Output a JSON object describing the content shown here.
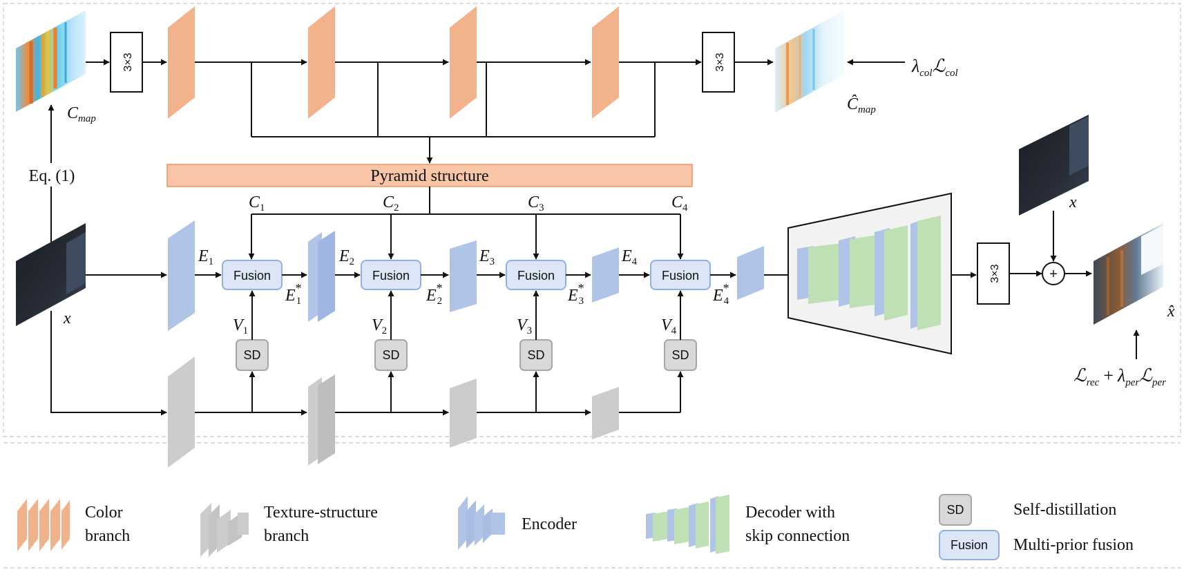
{
  "colors": {
    "color_branch": "#F2B28C",
    "pyramid_fill": "#F8C6A6",
    "pyramid_stroke": "#E8965E",
    "encoder": "#B0C4E8",
    "texture": "#CCCCCC",
    "decoder_green": "#BFE0B4",
    "fusion_fill": "#DCE6F7",
    "fusion_stroke": "#8FB0E0",
    "sd_fill": "#D9D9D9",
    "sd_stroke": "#A6A6A6",
    "dashed": "#C8C8C8"
  },
  "labels": {
    "conv_top_left": "3×3",
    "conv_top_right": "3×3",
    "conv_bottom": "3×3",
    "cmap": "C",
    "cmap_sub": "map",
    "cmap_hat": "Ĉ",
    "cmap_hat_sub": "map",
    "loss_col_lambda": "λ",
    "loss_col_sub1": "col",
    "loss_col_L": "ℒ",
    "loss_col_sub2": "col",
    "eq": "Eq. (1)",
    "pyramid": "Pyramid structure",
    "x_input": "x",
    "x_right": "x",
    "x_hat": "x̂",
    "plus": "+",
    "loss_rec_L": "ℒ",
    "loss_rec_sub": "rec",
    "loss_plus": "+",
    "loss_per_lambda": "λ",
    "loss_per_sub1": "per",
    "loss_per_L": "ℒ",
    "loss_per_sub2": "per",
    "fusion": "Fusion",
    "sd": "SD",
    "C": "C",
    "E": "E",
    "V": "V",
    "star": "*",
    "subs": [
      "1",
      "2",
      "3",
      "4"
    ]
  },
  "legend": {
    "color_line1": "Color",
    "color_line2": "branch",
    "texture_line1": "Texture-structure",
    "texture_line2": "branch",
    "encoder": "Encoder",
    "decoder_line1": "Decoder with",
    "decoder_line2": "skip connection",
    "sd_box": "SD",
    "sd_text": "Self-distillation",
    "fusion_box": "Fusion",
    "fusion_text": "Multi-prior fusion"
  }
}
